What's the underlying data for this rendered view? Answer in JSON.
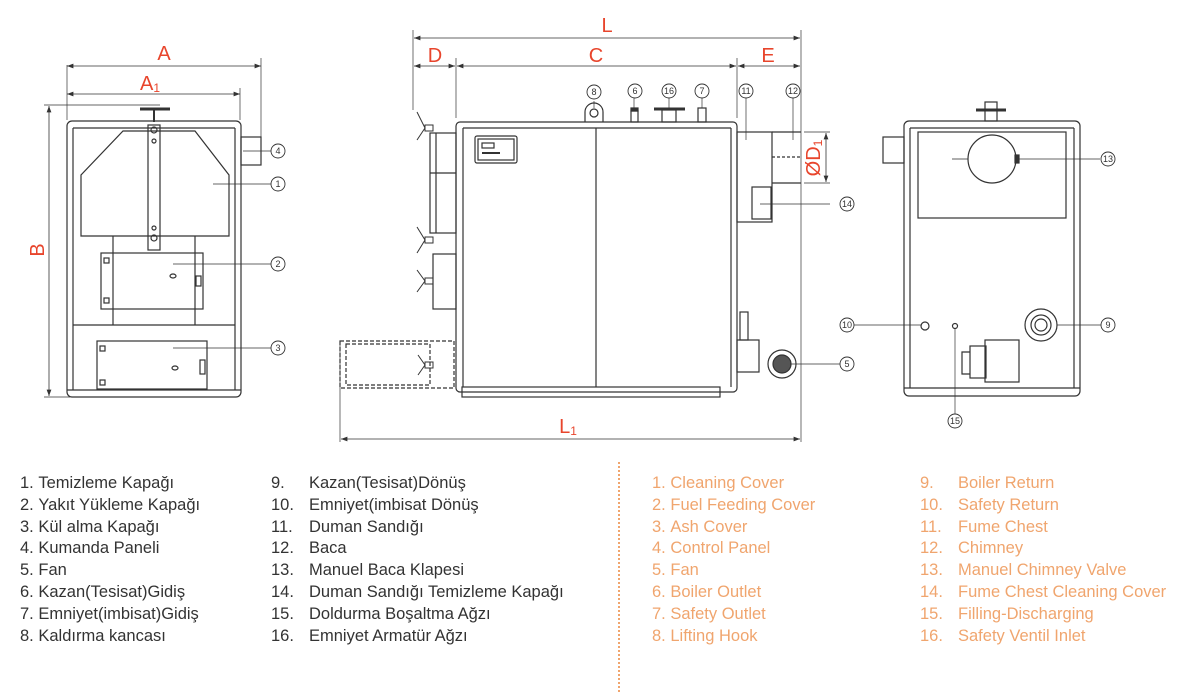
{
  "colors": {
    "dimension_text": "#e8452c",
    "legend_tr": "#333333",
    "legend_en": "#f0a56e",
    "line": "#333333"
  },
  "dimensions": {
    "front": {
      "A": "A",
      "A1_main": "A",
      "A1_sub": "1",
      "B": "B"
    },
    "side": {
      "L": "L",
      "D": "D",
      "C": "C",
      "E": "E",
      "L1_main": "L",
      "L1_sub": "1",
      "D1_main": "ØD",
      "D1_sub": "1"
    }
  },
  "callouts": {
    "front": [
      "4",
      "1",
      "2",
      "3"
    ],
    "side": [
      "8",
      "6",
      "16",
      "7",
      "11",
      "12",
      "14",
      "5"
    ],
    "rear": [
      "13",
      "10",
      "9",
      "15"
    ]
  },
  "legend_tr_left": [
    {
      "num": "1.",
      "label": "Temizleme Kapağı"
    },
    {
      "num": "2.",
      "label": "Yakıt Yükleme Kapağı"
    },
    {
      "num": "3.",
      "label": "Kül alma Kapağı"
    },
    {
      "num": "4.",
      "label": "Kumanda Paneli"
    },
    {
      "num": "5.",
      "label": "Fan"
    },
    {
      "num": "6.",
      "label": "Kazan(Tesisat)Gidiş"
    },
    {
      "num": "7.",
      "label": "Emniyet(imbisat)Gidiş"
    },
    {
      "num": "8.",
      "label": "Kaldırma kancası"
    }
  ],
  "legend_tr_right": [
    {
      "num": "9.",
      "label": "Kazan(Tesisat)Dönüş"
    },
    {
      "num": "10.",
      "label": "Emniyet(imbisat Dönüş"
    },
    {
      "num": "11.",
      "label": "Duman Sandığı"
    },
    {
      "num": "12.",
      "label": "Baca"
    },
    {
      "num": "13.",
      "label": "Manuel Baca Klapesi"
    },
    {
      "num": "14.",
      "label": "Duman Sandığı Temizleme Kapağı"
    },
    {
      "num": "15.",
      "label": "Doldurma Boşaltma Ağzı"
    },
    {
      "num": "16.",
      "label": "Emniyet Armatür Ağzı"
    }
  ],
  "legend_en_left": [
    {
      "num": "1.",
      "label": "Cleaning Cover"
    },
    {
      "num": "2.",
      "label": "Fuel Feeding Cover"
    },
    {
      "num": "3.",
      "label": "Ash Cover"
    },
    {
      "num": "4.",
      "label": "Control Panel"
    },
    {
      "num": "5.",
      "label": "Fan"
    },
    {
      "num": "6.",
      "label": "Boiler Outlet"
    },
    {
      "num": "7.",
      "label": "Safety Outlet"
    },
    {
      "num": "8.",
      "label": "Lifting Hook"
    }
  ],
  "legend_en_right": [
    {
      "num": "9.",
      "label": "Boiler Return"
    },
    {
      "num": "10.",
      "label": "Safety Return"
    },
    {
      "num": "11.",
      "label": "Fume Chest"
    },
    {
      "num": "12.",
      "label": "Chimney"
    },
    {
      "num": "13.",
      "label": "Manuel Chimney Valve"
    },
    {
      "num": "14.",
      "label": "Fume Chest Cleaning Cover"
    },
    {
      "num": "15.",
      "label": "Filling-Discharging"
    },
    {
      "num": "16.",
      "label": "Safety Ventil Inlet"
    }
  ]
}
